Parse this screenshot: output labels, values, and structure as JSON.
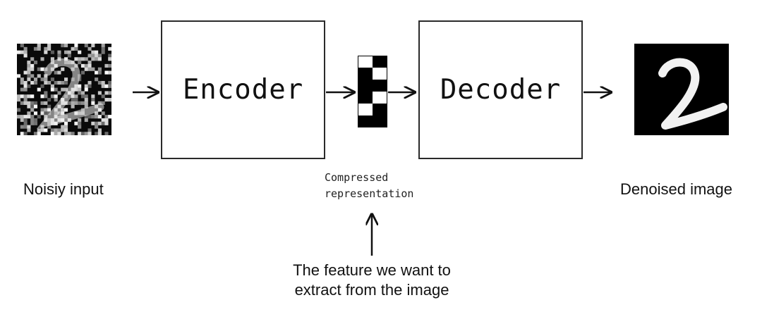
{
  "diagram": {
    "input_label": "Noisiy input",
    "encoder_label": "Encoder",
    "decoder_label": "Decoder",
    "compressed_label_line1": "Compressed",
    "compressed_label_line2": "representation",
    "output_label": "Denoised image",
    "feature_line1": "The feature we want to",
    "feature_line2": "extract from the image",
    "code_cells": [
      [
        1,
        0
      ],
      [
        0,
        1
      ],
      [
        0,
        0
      ],
      [
        0,
        1
      ],
      [
        1,
        0
      ],
      [
        0,
        0
      ]
    ]
  }
}
